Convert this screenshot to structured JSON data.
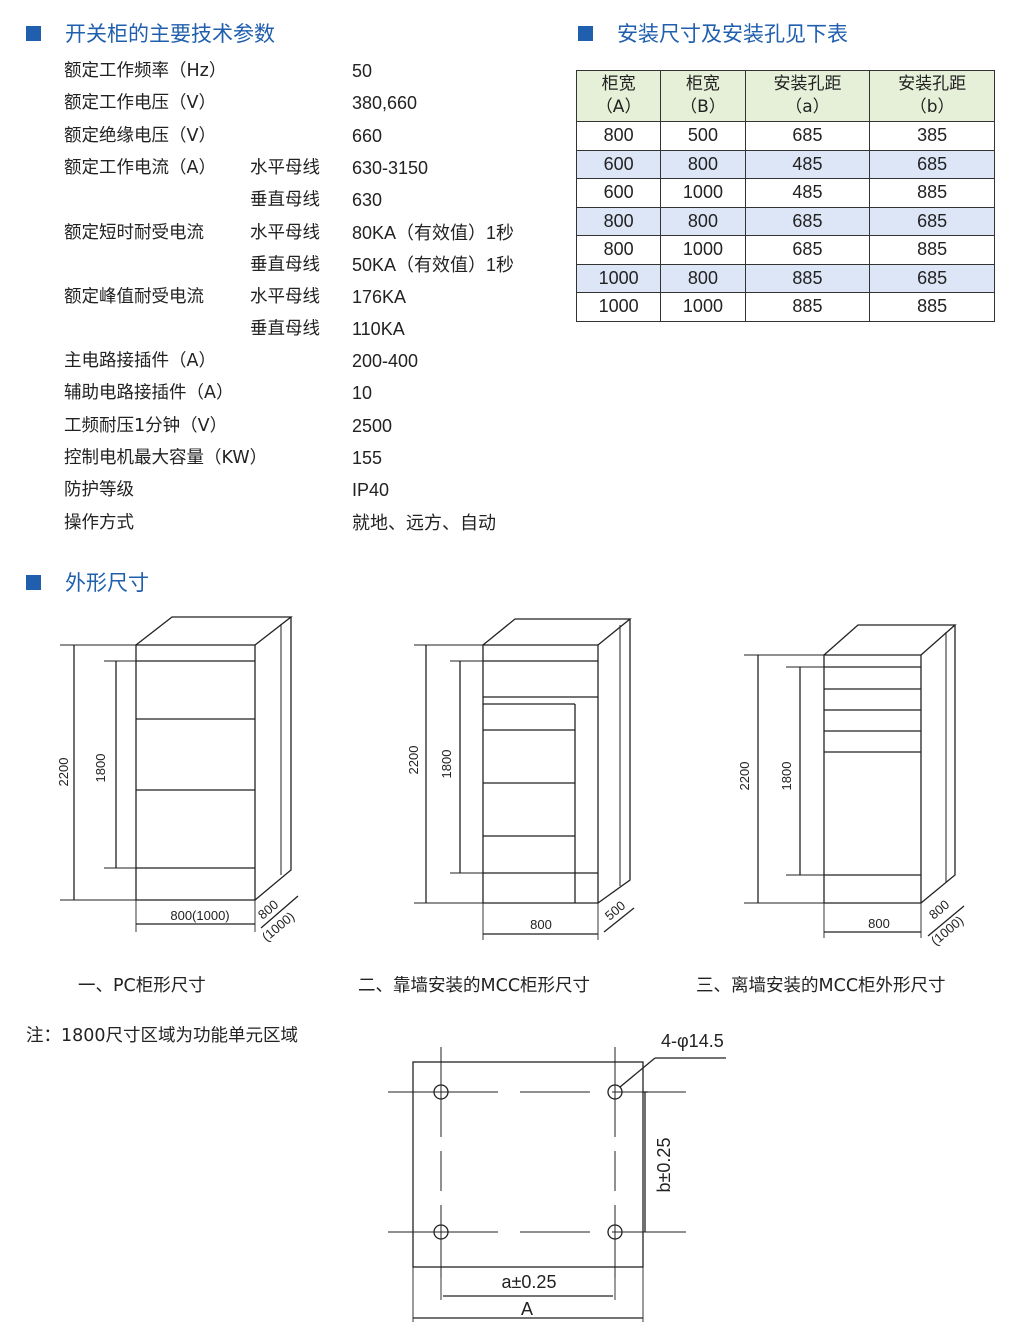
{
  "sections": {
    "params_title": "开关柜的主要技术参数",
    "mount_title": "安装尺寸及安装孔见下表",
    "outline_title": "外形尺寸"
  },
  "params": [
    {
      "label": "额定工作频率（Hz）",
      "sub": "",
      "value": "50"
    },
    {
      "label": "额定工作电压（V）",
      "sub": "",
      "value": "380,660"
    },
    {
      "label": "额定绝缘电压（V）",
      "sub": "",
      "value": "660"
    },
    {
      "label": "额定工作电流（A）",
      "sub": "水平母线",
      "value": "630-3150"
    },
    {
      "label": "",
      "sub": "垂直母线",
      "value": "630"
    },
    {
      "label": "额定短时耐受电流",
      "sub": "水平母线",
      "value": "80KA（有效值）1秒"
    },
    {
      "label": "",
      "sub": "垂直母线",
      "value": "50KA（有效值）1秒"
    },
    {
      "label": "额定峰值耐受电流",
      "sub": "水平母线",
      "value": "176KA"
    },
    {
      "label": "",
      "sub": "垂直母线",
      "value": "110KA"
    },
    {
      "label": "主电路接插件（A）",
      "sub": "",
      "value": "200-400"
    },
    {
      "label": "辅助电路接插件（A）",
      "sub": "",
      "value": "10"
    },
    {
      "label": "工频耐压1分钟（V）",
      "sub": "",
      "value": "2500"
    },
    {
      "label": "控制电机最大容量（KW）",
      "sub": "",
      "value": "155"
    },
    {
      "label": "防护等级",
      "sub": "",
      "value": "IP40"
    },
    {
      "label": "操作方式",
      "sub": "",
      "value": "就地、远方、自动"
    }
  ],
  "mount_table": {
    "headers": [
      {
        "l1": "柜宽",
        "l2": "（A）"
      },
      {
        "l1": "柜宽",
        "l2": "（B）"
      },
      {
        "l1": "安装孔距",
        "l2": "（a）"
      },
      {
        "l1": "安装孔距",
        "l2": "（b）"
      }
    ],
    "rows": [
      [
        "800",
        "500",
        "685",
        "385"
      ],
      [
        "600",
        "800",
        "485",
        "685"
      ],
      [
        "600",
        "1000",
        "485",
        "885"
      ],
      [
        "800",
        "800",
        "685",
        "685"
      ],
      [
        "800",
        "1000",
        "685",
        "885"
      ],
      [
        "1000",
        "800",
        "885",
        "685"
      ],
      [
        "1000",
        "1000",
        "885",
        "885"
      ]
    ]
  },
  "cabinets": [
    {
      "height": "2200",
      "func_height": "1800",
      "width": "800(1000)",
      "depth": "800",
      "depth_alt": "(1000)",
      "caption": "一、PC柜形尺寸"
    },
    {
      "height": "2200",
      "func_height": "1800",
      "width": "800",
      "depth": "500",
      "depth_alt": "",
      "caption": "二、靠墙安装的MCC柜形尺寸"
    },
    {
      "height": "2200",
      "func_height": "1800",
      "width": "800",
      "depth": "800",
      "depth_alt": "(1000)",
      "caption": "三、离墙安装的MCC柜外形尺寸"
    }
  ],
  "note": "注：1800尺寸区域为功能单元区域",
  "hole_plan": {
    "holes": "4-φ14.5",
    "b_tol": "b±0.25",
    "a_tol": "a±0.25",
    "a_label": "A"
  }
}
